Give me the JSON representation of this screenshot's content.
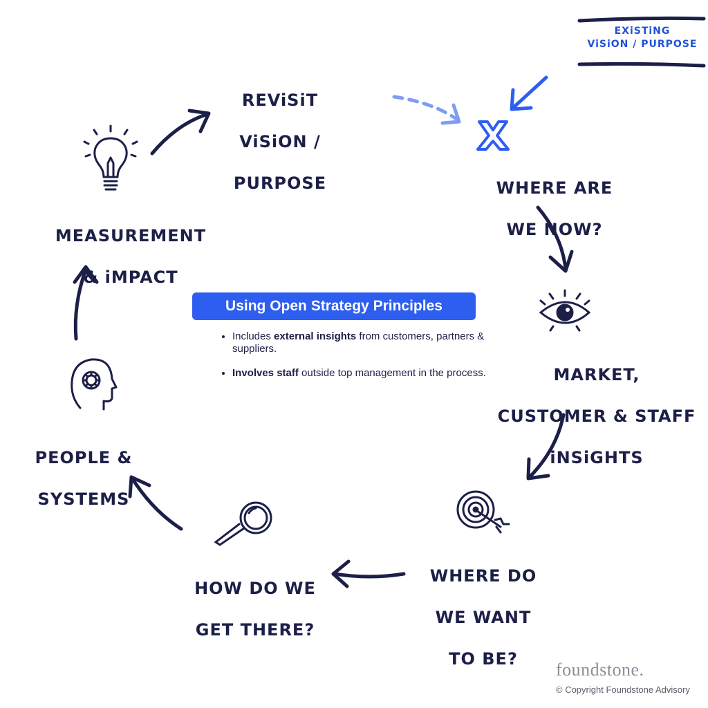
{
  "existing_box": {
    "line1": "EXiSTiNG",
    "line2": "ViSiON / PURPOSE"
  },
  "nodes": {
    "revisit": [
      "REViSiT",
      "ViSiON /",
      "PURPOSE"
    ],
    "where_now": [
      "WHERE ARE",
      "WE NOW?"
    ],
    "insights": [
      "MARKET,",
      "CUSTOMER & STAFF",
      "iNSiGHTS"
    ],
    "where_want": [
      "WHERE DO",
      "WE WANT",
      "TO BE?"
    ],
    "how": [
      "HOW DO WE",
      "GET THERE?"
    ],
    "people": [
      "PEOPLE &",
      "SYSTEMS"
    ],
    "measurement": [
      "MEASUREMENT",
      "& iMPACT"
    ]
  },
  "principles": {
    "title": "Using Open Strategy Principles",
    "item1": {
      "pre": "Includes ",
      "bold": "external insights",
      "post": " from customers, partners & suppliers."
    },
    "item2": {
      "pre": "",
      "bold": "Involves staff",
      "post": " outside top management in the process."
    }
  },
  "footer": {
    "brand": "foundstone.",
    "copyright": "© Copyright Foundstone Advisory"
  },
  "icons": [
    "lightbulb-icon",
    "x-mark-icon",
    "eye-icon",
    "target-icon",
    "magnifier-icon",
    "head-gear-icon"
  ],
  "colors": {
    "ink": "#1c1f47",
    "accent": "#2e5ef0",
    "accent_light": "#7f9cf5",
    "blue_text": "#2052d9"
  }
}
